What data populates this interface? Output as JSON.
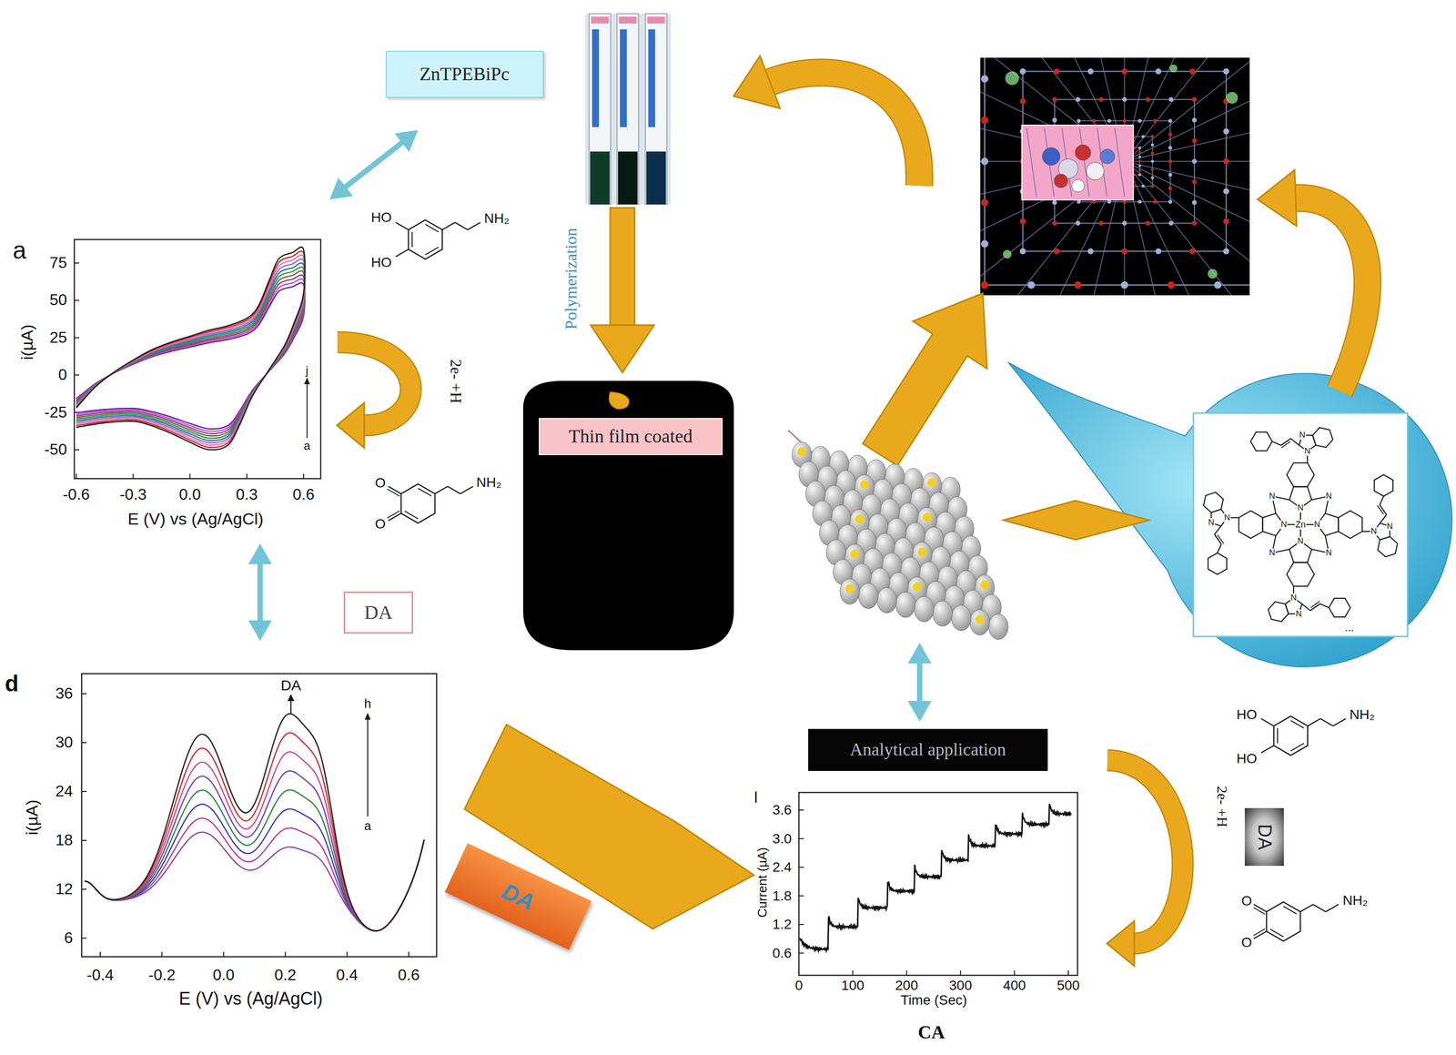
{
  "diagram": {
    "nodes": [
      {
        "text": [
          "ZnTPEBiPc"
        ]
      },
      {
        "text": [
          "Thin film coated"
        ]
      },
      {
        "text": [
          "DA"
        ]
      },
      {
        "text": [
          "Analytical application"
        ]
      },
      {
        "text": [
          "DA"
        ]
      },
      {
        "text": [
          "DA"
        ]
      }
    ],
    "labels": [
      "a",
      "i(µA)",
      "75",
      "50",
      "25",
      "0",
      "-25",
      "-50",
      "-0.6",
      "-0.3",
      "0.0",
      "0.3",
      "0.6",
      "E (V) vs (Ag/AgCl)",
      "j",
      "a",
      "HO",
      "HO",
      "NH₂",
      "2e- +H",
      "O",
      "O",
      "NH₂",
      "Polymerization",
      "d",
      "DA",
      "h",
      "a",
      "i(µA)",
      "36",
      "30",
      "24",
      "18",
      "12",
      "6",
      "-0.4",
      "-0.2",
      "0.0",
      "0.2",
      "0.4",
      "0.6",
      "E (V) vs (Ag/AgCl)",
      "l",
      "Current (µA)",
      "3.6",
      "3.0",
      "2.4",
      "1.8",
      "1.2",
      "0.6",
      "0",
      "100",
      "200",
      "300",
      "400",
      "500",
      "Time (Sec)",
      "CA",
      "HO",
      "HO",
      "NH₂",
      "2e- +H",
      "O",
      "O",
      "NH₂",
      "Zn",
      "N",
      "N",
      "N",
      "N",
      "N",
      "N",
      "N",
      "N",
      "N",
      "N",
      "N",
      "N",
      "N",
      "N",
      "N",
      "N",
      "..."
    ]
  }
}
